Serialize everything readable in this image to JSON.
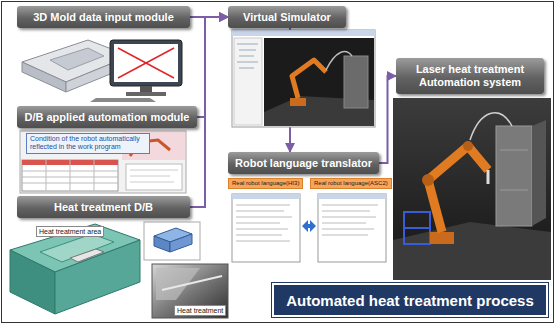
{
  "diagram": {
    "title": "Automated heat treatment process",
    "nodes": [
      {
        "text": [
          "3D Mold data input module"
        ]
      },
      {
        "text": [
          "D/B applied automation module"
        ]
      },
      {
        "text": [
          "Heat treatment D/B"
        ]
      },
      {
        "text": [
          "Virtual Simulator"
        ]
      },
      {
        "text": [
          "Robot language translator"
        ]
      },
      {
        "text": [
          "Laser heat treatment Automation system"
        ]
      },
      {
        "text": [
          "Condition of the robot automatically reflected in the work program"
        ]
      },
      {
        "text": [
          "Real robot language(HI3)"
        ]
      },
      {
        "text": [
          "Real robot language(ASC2)"
        ]
      }
    ],
    "edges": [
      {
        "from": 0,
        "to": 3,
        "arrow": "to"
      },
      {
        "from": 1,
        "to": 3,
        "arrow": "to"
      },
      {
        "from": 2,
        "to": 3,
        "arrow": "to"
      },
      {
        "from": 3,
        "to": 4,
        "arrow": "to"
      },
      {
        "from": 4,
        "to": 5,
        "arrow": "to"
      }
    ],
    "labels": [
      "Heat treatment area",
      "Heat treatment"
    ]
  }
}
